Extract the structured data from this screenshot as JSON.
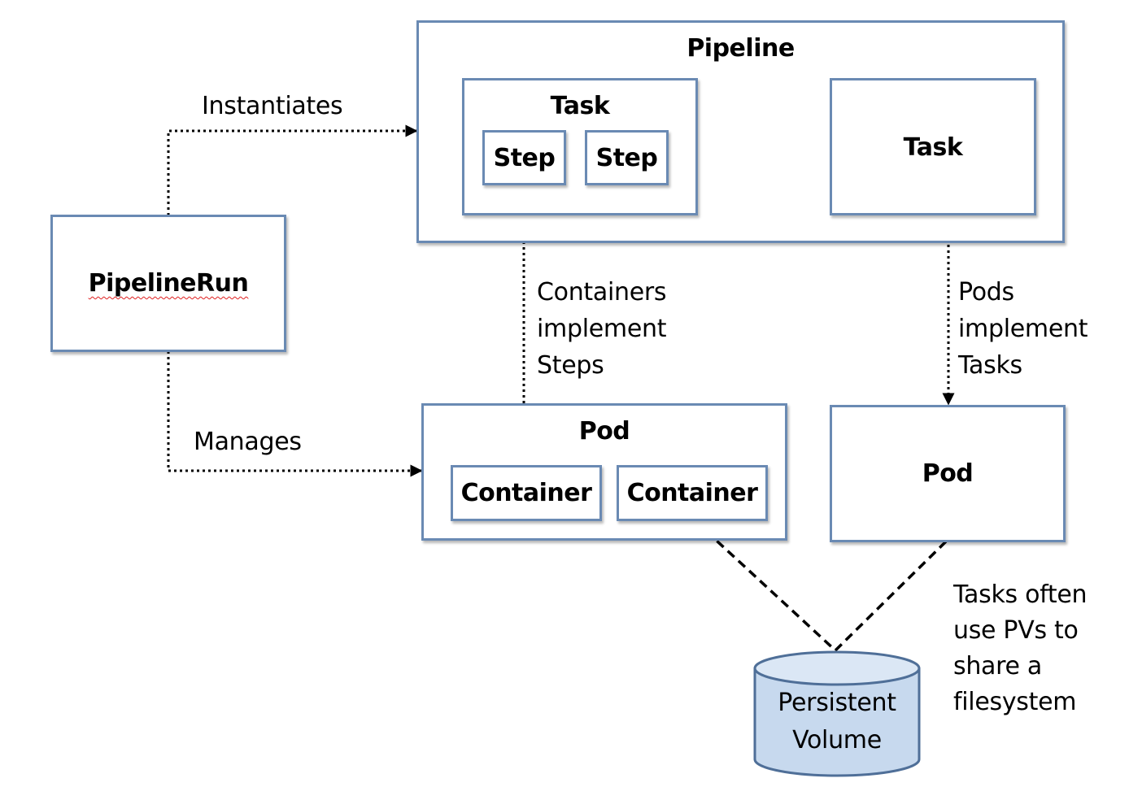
{
  "pipeline": {
    "title": "Pipeline"
  },
  "task_left": {
    "title": "Task",
    "steps": [
      "Step",
      "Step"
    ]
  },
  "task_right": {
    "title": "Task"
  },
  "pipelinerun": {
    "label": "PipelineRun"
  },
  "pod_left": {
    "title": "Pod",
    "containers": [
      "Container",
      "Container"
    ]
  },
  "pod_right": {
    "label": "Pod"
  },
  "volume": {
    "line1": "Persistent",
    "line2": "Volume"
  },
  "notes": {
    "instantiates": "Instantiates",
    "manages": "Manages",
    "containers_steps": [
      "Containers",
      "implement",
      "Steps"
    ],
    "pods_tasks": [
      "Pods",
      "implement",
      "Tasks"
    ],
    "pv_share": [
      "Tasks often",
      "use PVs to",
      "share a",
      "filesystem"
    ]
  },
  "colors": {
    "box_border": "#6a8ab3",
    "cylinder_fill": "#c7d9ee",
    "cylinder_stroke": "#4f6f98",
    "spellcheck_underline": "#e02020"
  }
}
